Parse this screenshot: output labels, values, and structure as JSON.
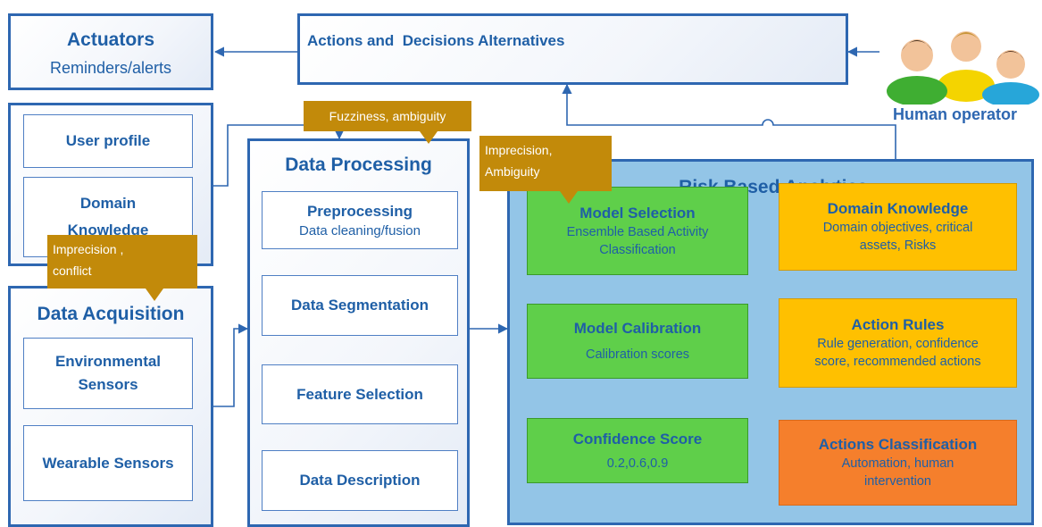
{
  "actuators": {
    "title": "Actuators",
    "subtitle": "Reminders/alerts"
  },
  "actions_decisions": {
    "title": "Actions and  Decisions Alternatives"
  },
  "human_operator": {
    "label": "Human operator"
  },
  "knowledge_panel": {
    "user_profile": "User profile",
    "domain_knowledge": "Domain\nKnowledge"
  },
  "data_acquisition": {
    "title": "Data Acquisition",
    "environmental": "Environmental\nSensors",
    "wearable": "Wearable Sensors"
  },
  "data_processing": {
    "title": "Data Processing",
    "preprocessing_title": "Preprocessing",
    "preprocessing_sub": "Data cleaning/fusion",
    "segmentation": "Data Segmentation",
    "feature_selection": "Feature Selection",
    "description": "Data Description"
  },
  "notes": {
    "fuzziness": "Fuzziness, ambiguity",
    "imprecision_ambiguity": "Imprecision,\nAmbiguity",
    "imprecision_conflict": "Imprecision ,\nconflict"
  },
  "risk_analytics": {
    "title": "Risk Based Analytics",
    "model_selection_title": "Model Selection",
    "model_selection_sub": "Ensemble Based  Activity\nClassification",
    "model_calibration_title": "Model Calibration",
    "model_calibration_sub": "Calibration scores",
    "confidence_title": "Confidence Score",
    "confidence_sub": "0.2,0.6,0.9",
    "domain_knowledge_title": "Domain Knowledge",
    "domain_knowledge_sub": "Domain objectives, critical\nassets, Risks",
    "action_rules_title": "Action Rules",
    "action_rules_sub": "Rule generation, confidence\nscore, recommended actions",
    "actions_class_title": "Actions Classification",
    "actions_class_sub": "Automation, human\nintervention"
  },
  "colors": {
    "border_blue": "#2e67b1",
    "text_blue": "#1f5fa6",
    "risk_panel": "#93c5e7",
    "green": "#5fcf4a",
    "yellow": "#ffc000",
    "orange": "#f57f2c",
    "note": "#c28a0a"
  }
}
